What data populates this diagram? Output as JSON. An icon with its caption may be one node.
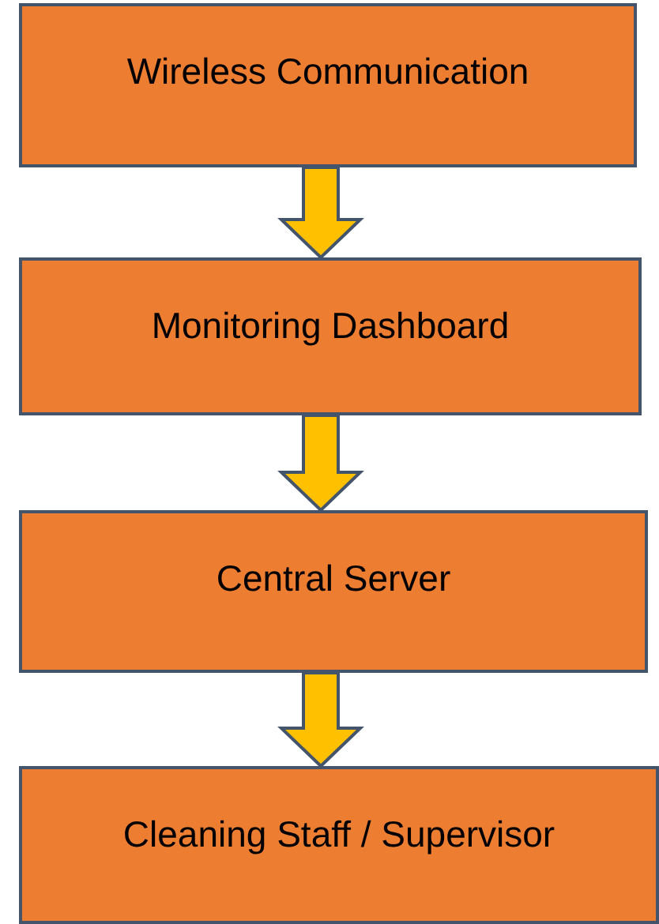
{
  "diagram": {
    "nodes": [
      {
        "text": [
          "Wireless Communication"
        ]
      },
      {
        "text": [
          "Monitoring Dashboard"
        ]
      },
      {
        "text": [
          "Central Server"
        ]
      },
      {
        "text": [
          "Cleaning Staff / Supervisor"
        ]
      }
    ],
    "edges": [
      {
        "from": 0,
        "to": 1,
        "arrow": "to"
      },
      {
        "from": 1,
        "to": 2,
        "arrow": "to"
      },
      {
        "from": 2,
        "to": 3,
        "arrow": "to"
      }
    ]
  }
}
